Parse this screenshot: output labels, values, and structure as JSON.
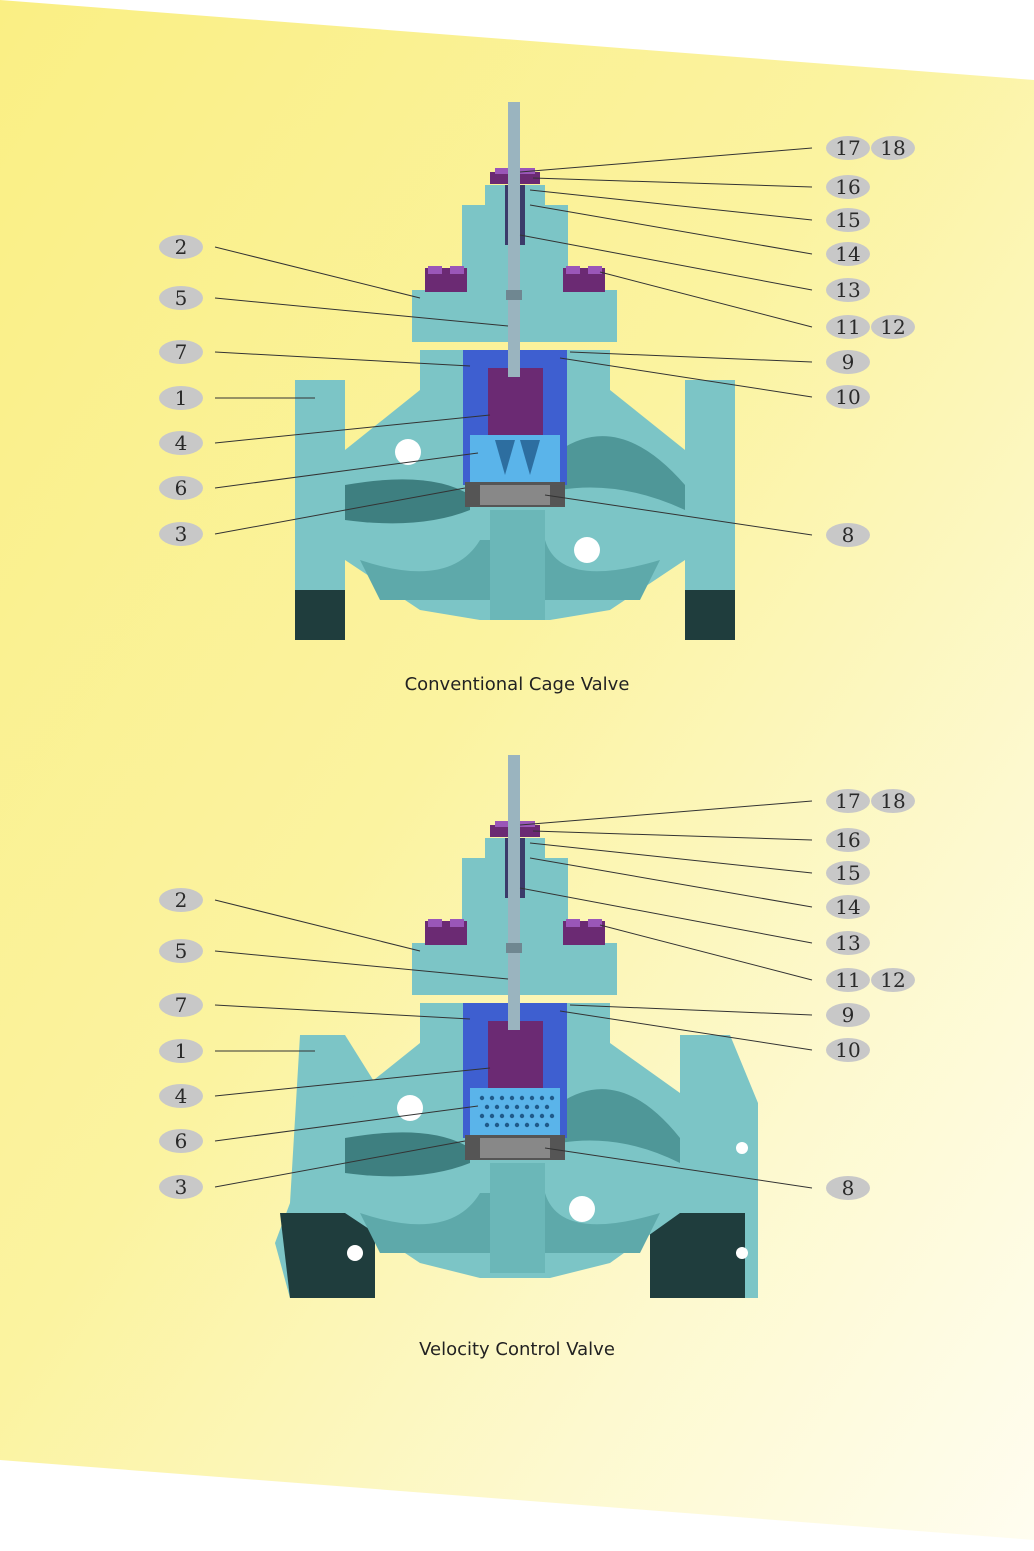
{
  "colors": {
    "background_yellow": "#fbf28e",
    "background_white": "#ffffff",
    "body_teal": "#7cc5c6",
    "body_dark": "#1f3d3d",
    "trim_blue": "#3e5fd0",
    "plug_purple": "#6b2a73",
    "bolt_violet": "#9a56b8",
    "cage_light_blue": "#5ab4ea",
    "seat_gray": "#555555",
    "badge_gray": "#c8c8c8"
  },
  "diagrams": [
    {
      "caption": "Conventional Cage Valve",
      "cage_style": "windows",
      "left_labels": [
        "2",
        "5",
        "7",
        "1",
        "4",
        "6",
        "3"
      ],
      "right_labels": [
        [
          "17",
          "18"
        ],
        [
          "16"
        ],
        [
          "15"
        ],
        [
          "14"
        ],
        [
          "13"
        ],
        [
          "11",
          "12"
        ],
        [
          "9"
        ],
        [
          "10"
        ],
        [
          "8"
        ]
      ]
    },
    {
      "caption": "Velocity Control Valve",
      "cage_style": "perforated",
      "left_labels": [
        "2",
        "5",
        "7",
        "1",
        "4",
        "6",
        "3"
      ],
      "right_labels": [
        [
          "17",
          "18"
        ],
        [
          "16"
        ],
        [
          "15"
        ],
        [
          "14"
        ],
        [
          "13"
        ],
        [
          "11",
          "12"
        ],
        [
          "9"
        ],
        [
          "10"
        ],
        [
          "8"
        ]
      ]
    }
  ]
}
